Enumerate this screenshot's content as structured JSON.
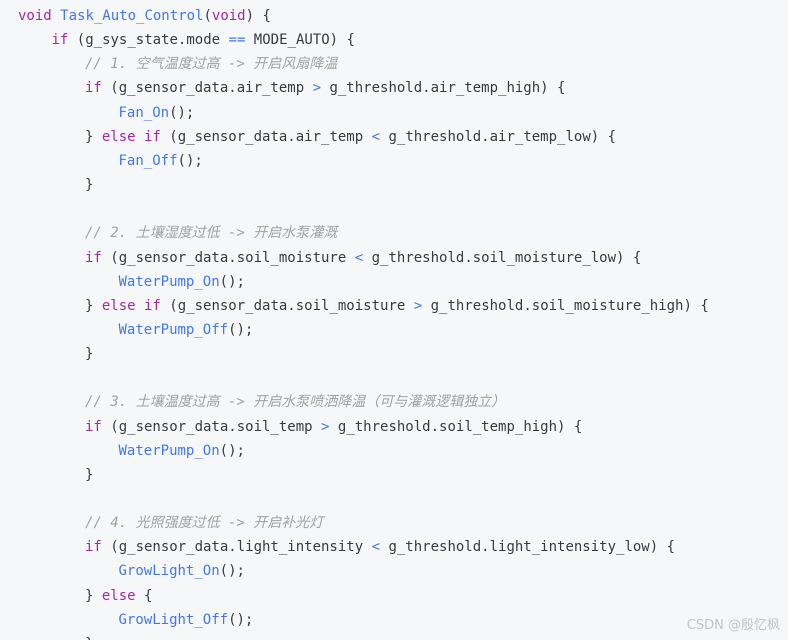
{
  "code": {
    "lines": [
      {
        "indent": 0,
        "tokens": [
          {
            "t": "kw",
            "v": "void"
          },
          {
            "t": "tx",
            "v": " "
          },
          {
            "t": "fn",
            "v": "Task_Auto_Control"
          },
          {
            "t": "tx",
            "v": "("
          },
          {
            "t": "kw",
            "v": "void"
          },
          {
            "t": "tx",
            "v": ") {"
          }
        ]
      },
      {
        "indent": 1,
        "tokens": [
          {
            "t": "kw",
            "v": "if"
          },
          {
            "t": "tx",
            "v": " (g_sys_state.mode "
          },
          {
            "t": "op",
            "v": "=="
          },
          {
            "t": "tx",
            "v": " MODE_AUTO) {"
          }
        ]
      },
      {
        "indent": 2,
        "tokens": [
          {
            "t": "cm",
            "v": "// 1. 空气温度过高 -> 开启风扇降温"
          }
        ]
      },
      {
        "indent": 2,
        "tokens": [
          {
            "t": "kw",
            "v": "if"
          },
          {
            "t": "tx",
            "v": " (g_sensor_data.air_temp "
          },
          {
            "t": "op",
            "v": ">"
          },
          {
            "t": "tx",
            "v": " g_threshold.air_temp_high) {"
          }
        ]
      },
      {
        "indent": 3,
        "tokens": [
          {
            "t": "fn",
            "v": "Fan_On"
          },
          {
            "t": "tx",
            "v": "();"
          }
        ]
      },
      {
        "indent": 2,
        "tokens": [
          {
            "t": "tx",
            "v": "} "
          },
          {
            "t": "kw",
            "v": "else if"
          },
          {
            "t": "tx",
            "v": " (g_sensor_data.air_temp "
          },
          {
            "t": "op",
            "v": "<"
          },
          {
            "t": "tx",
            "v": " g_threshold.air_temp_low) {"
          }
        ]
      },
      {
        "indent": 3,
        "tokens": [
          {
            "t": "fn",
            "v": "Fan_Off"
          },
          {
            "t": "tx",
            "v": "();"
          }
        ]
      },
      {
        "indent": 2,
        "tokens": [
          {
            "t": "tx",
            "v": "}"
          }
        ]
      },
      {
        "indent": 0,
        "tokens": []
      },
      {
        "indent": 2,
        "tokens": [
          {
            "t": "cm",
            "v": "// 2. 土壤湿度过低 -> 开启水泵灌溉"
          }
        ]
      },
      {
        "indent": 2,
        "tokens": [
          {
            "t": "kw",
            "v": "if"
          },
          {
            "t": "tx",
            "v": " (g_sensor_data.soil_moisture "
          },
          {
            "t": "op",
            "v": "<"
          },
          {
            "t": "tx",
            "v": " g_threshold.soil_moisture_low) {"
          }
        ]
      },
      {
        "indent": 3,
        "tokens": [
          {
            "t": "fn",
            "v": "WaterPump_On"
          },
          {
            "t": "tx",
            "v": "();"
          }
        ]
      },
      {
        "indent": 2,
        "tokens": [
          {
            "t": "tx",
            "v": "} "
          },
          {
            "t": "kw",
            "v": "else if"
          },
          {
            "t": "tx",
            "v": " (g_sensor_data.soil_moisture "
          },
          {
            "t": "op",
            "v": ">"
          },
          {
            "t": "tx",
            "v": " g_threshold.soil_moisture_high) {"
          }
        ]
      },
      {
        "indent": 3,
        "tokens": [
          {
            "t": "fn",
            "v": "WaterPump_Off"
          },
          {
            "t": "tx",
            "v": "();"
          }
        ]
      },
      {
        "indent": 2,
        "tokens": [
          {
            "t": "tx",
            "v": "}"
          }
        ]
      },
      {
        "indent": 0,
        "tokens": []
      },
      {
        "indent": 2,
        "tokens": [
          {
            "t": "cm",
            "v": "// 3. 土壤温度过高 -> 开启水泵喷洒降温（可与灌溉逻辑独立）"
          }
        ]
      },
      {
        "indent": 2,
        "tokens": [
          {
            "t": "kw",
            "v": "if"
          },
          {
            "t": "tx",
            "v": " (g_sensor_data.soil_temp "
          },
          {
            "t": "op",
            "v": ">"
          },
          {
            "t": "tx",
            "v": " g_threshold.soil_temp_high) {"
          }
        ]
      },
      {
        "indent": 3,
        "tokens": [
          {
            "t": "fn",
            "v": "WaterPump_On"
          },
          {
            "t": "tx",
            "v": "();"
          }
        ]
      },
      {
        "indent": 2,
        "tokens": [
          {
            "t": "tx",
            "v": "}"
          }
        ]
      },
      {
        "indent": 0,
        "tokens": []
      },
      {
        "indent": 2,
        "tokens": [
          {
            "t": "cm",
            "v": "// 4. 光照强度过低 -> 开启补光灯"
          }
        ]
      },
      {
        "indent": 2,
        "tokens": [
          {
            "t": "kw",
            "v": "if"
          },
          {
            "t": "tx",
            "v": " (g_sensor_data.light_intensity "
          },
          {
            "t": "op",
            "v": "<"
          },
          {
            "t": "tx",
            "v": " g_threshold.light_intensity_low) {"
          }
        ]
      },
      {
        "indent": 3,
        "tokens": [
          {
            "t": "fn",
            "v": "GrowLight_On"
          },
          {
            "t": "tx",
            "v": "();"
          }
        ]
      },
      {
        "indent": 2,
        "tokens": [
          {
            "t": "tx",
            "v": "} "
          },
          {
            "t": "kw",
            "v": "else"
          },
          {
            "t": "tx",
            "v": " {"
          }
        ]
      },
      {
        "indent": 3,
        "tokens": [
          {
            "t": "fn",
            "v": "GrowLight_Off"
          },
          {
            "t": "tx",
            "v": "();"
          }
        ]
      },
      {
        "indent": 2,
        "tokens": [
          {
            "t": "tx",
            "v": "}"
          }
        ]
      }
    ]
  },
  "watermark": "CSDN @殷忆枫",
  "colors": {
    "background": "#f6f7f9",
    "keyword": "#a626a4",
    "function": "#4078f2",
    "comment": "#a0a1a7",
    "text": "#383a42"
  }
}
